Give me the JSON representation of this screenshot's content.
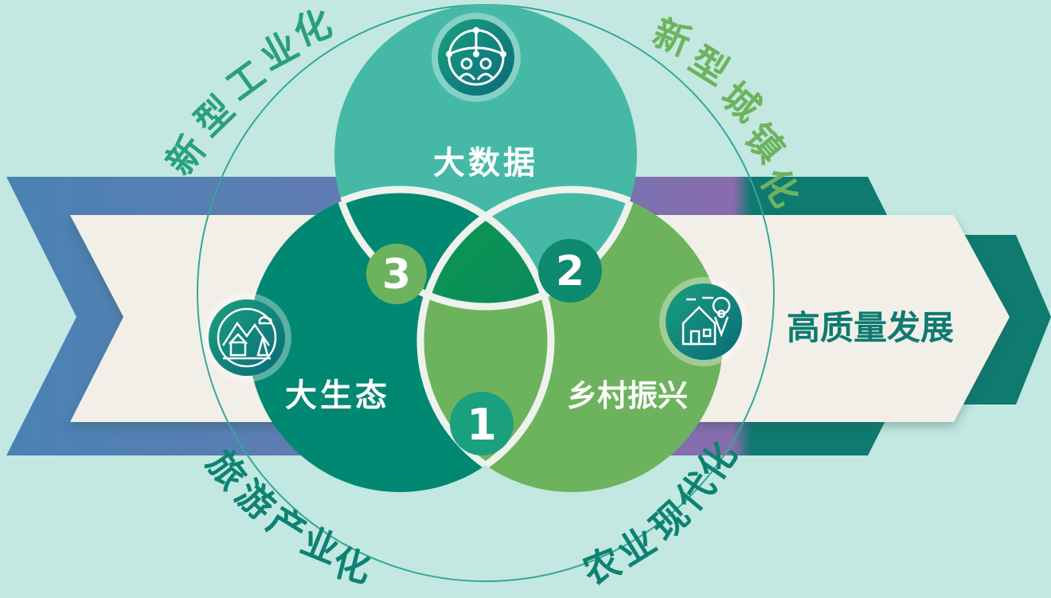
{
  "center": {
    "top_circle": "大数据",
    "left_circle": "大生态",
    "right_circle": "乡村振兴"
  },
  "overlaps": {
    "left_top": "3",
    "right_top": "2",
    "left_right": "1"
  },
  "arrow_label": "高质量发展",
  "orbit_labels": {
    "top_left": "新型工业化",
    "top_right": "新型城镇化",
    "bottom_left": "旅游产业化",
    "bottom_right": "农业现代化"
  },
  "colors": {
    "background": "#c2e8e1",
    "top_circle": "#45b9a6",
    "left_circle": "#008872",
    "right_circle": "#6db35e",
    "arrow_body": "#f2efe9",
    "arrow_back_blue": "#4a82b4",
    "arrow_back_purple": "#7a72ae",
    "arrow_back_teal": "#0e7a70",
    "center_triangle": "#11a05d"
  },
  "icons": {
    "top": "people-network-icon",
    "left": "mountain-village-icon",
    "right": "house-location-icon"
  }
}
